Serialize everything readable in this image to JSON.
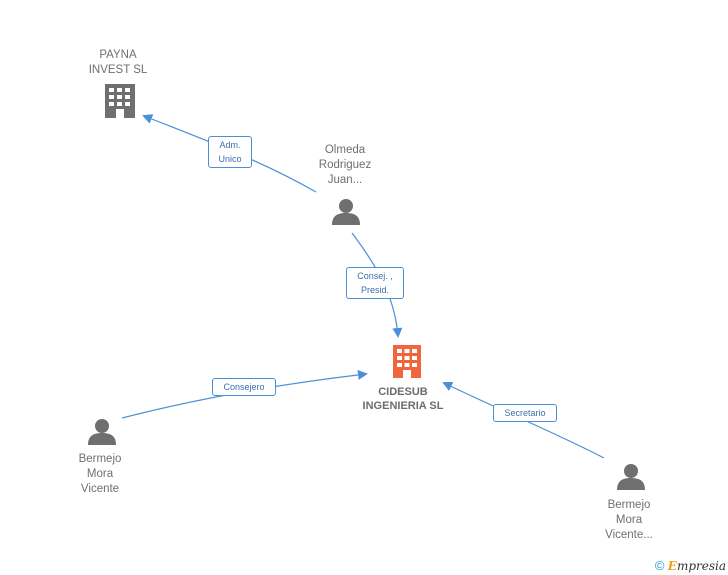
{
  "nodes": {
    "payna": {
      "label": "PAYNA\nINVEST SL",
      "icon": "building-icon",
      "color": "#6f6f6f"
    },
    "olmeda": {
      "label": "Olmeda\nRodriguez\nJuan...",
      "icon": "person-icon",
      "color": "#6f6f6f"
    },
    "cidesub": {
      "label": "CIDESUB\nINGENIERIA SL",
      "icon": "building-icon",
      "color": "#f0663c"
    },
    "bermejo_left": {
      "label": "Bermejo\nMora\nVicente",
      "icon": "person-icon",
      "color": "#6f6f6f"
    },
    "bermejo_right": {
      "label": "Bermejo\nMora\nVicente...",
      "icon": "person-icon",
      "color": "#6f6f6f"
    }
  },
  "edges": {
    "adm_unico": {
      "label": "Adm.\nUnico"
    },
    "consej_presid": {
      "label": "Consej. ,\nPresid."
    },
    "consejero": {
      "label": "Consejero"
    },
    "secretario": {
      "label": "Secretario"
    }
  },
  "footer": {
    "copyright": "©",
    "brand_initial": "E",
    "brand_rest": "mpresia"
  },
  "colors": {
    "edge": "#4a8fd8",
    "main_node": "#f0663c",
    "node": "#6f6f6f"
  }
}
